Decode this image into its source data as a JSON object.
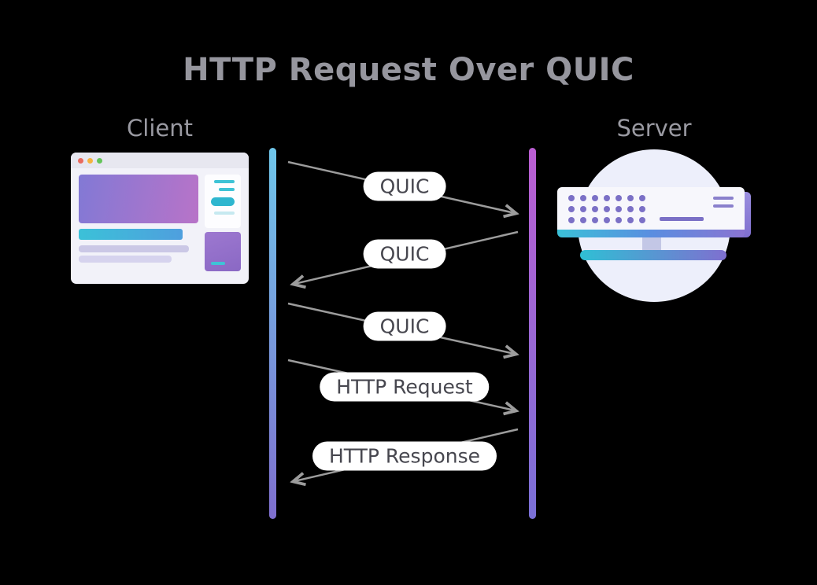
{
  "title": "HTTP Request Over QUIC",
  "client": {
    "label": "Client"
  },
  "server": {
    "label": "Server"
  },
  "messages": [
    {
      "label": "QUIC",
      "from": "client",
      "to": "server"
    },
    {
      "label": "QUIC",
      "from": "server",
      "to": "client"
    },
    {
      "label": "QUIC",
      "from": "client",
      "to": "server"
    },
    {
      "label": "HTTP Request",
      "from": "client",
      "to": "server"
    },
    {
      "label": "HTTP Response",
      "from": "server",
      "to": "client"
    }
  ],
  "colors": {
    "background": "#000000",
    "heading_text": "#96969e",
    "arrow": "#9c9c9c",
    "label_pill_bg": "#ffffff",
    "label_pill_text": "#47474f",
    "client_lifeline_top": "#6fc6ea",
    "client_lifeline_bottom": "#7f6fce",
    "server_lifeline_top": "#bb5ed2",
    "server_lifeline_bottom": "#7a70d6",
    "accent_teal": "#2fbfd4",
    "accent_purple": "#8a74d2"
  }
}
